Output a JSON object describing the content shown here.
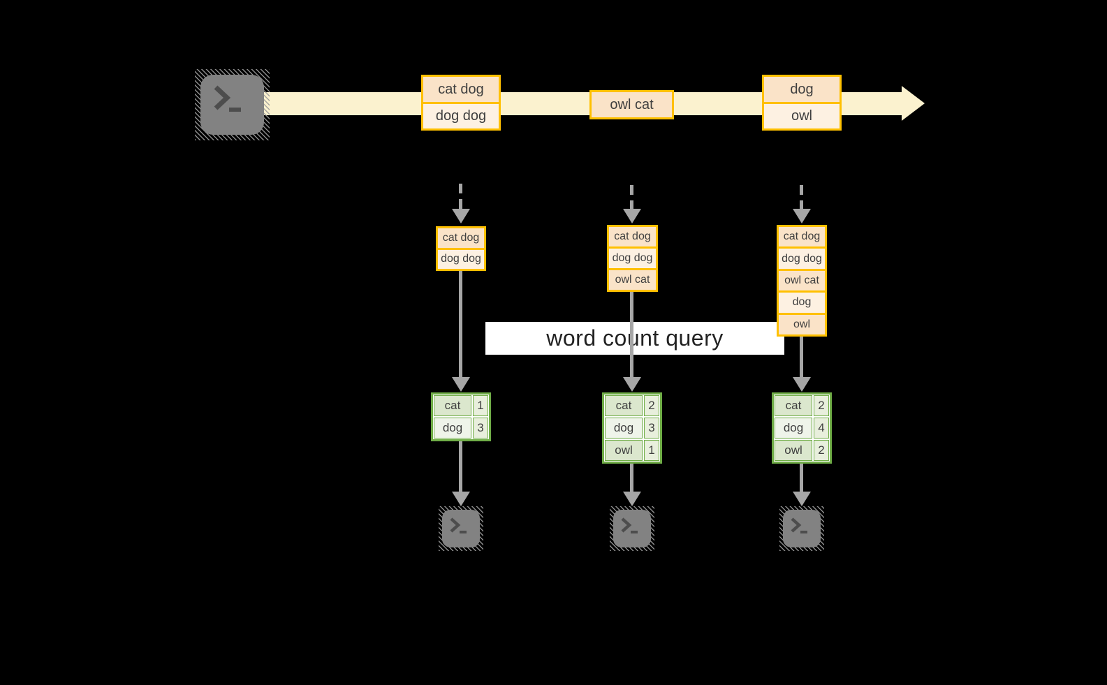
{
  "query_label": "word count query",
  "timeline": {
    "source_icon": "terminal-icon",
    "batches": [
      {
        "rows": [
          {
            "text": "cat dog"
          },
          {
            "text": "dog dog"
          }
        ]
      },
      {
        "rows": [
          {
            "text": "owl cat"
          }
        ]
      },
      {
        "rows": [
          {
            "text": "dog"
          },
          {
            "text": "owl"
          }
        ]
      }
    ]
  },
  "columns": [
    {
      "state": {
        "rows": [
          {
            "text": "cat dog"
          },
          {
            "text": "dog dog"
          }
        ]
      },
      "counts": {
        "rows": [
          {
            "word": "cat",
            "count": 1
          },
          {
            "word": "dog",
            "count": 3
          }
        ]
      },
      "sink_icon": "terminal-icon"
    },
    {
      "state": {
        "rows": [
          {
            "text": "cat dog"
          },
          {
            "text": "dog dog"
          },
          {
            "text": "owl cat"
          }
        ]
      },
      "counts": {
        "rows": [
          {
            "word": "cat",
            "count": 2
          },
          {
            "word": "dog",
            "count": 3
          },
          {
            "word": "owl",
            "count": 1
          }
        ]
      },
      "sink_icon": "terminal-icon"
    },
    {
      "state": {
        "rows": [
          {
            "text": "cat dog"
          },
          {
            "text": "dog dog"
          },
          {
            "text": "owl cat"
          },
          {
            "text": "dog"
          },
          {
            "text": "owl"
          }
        ]
      },
      "counts": {
        "rows": [
          {
            "word": "cat",
            "count": 2
          },
          {
            "word": "dog",
            "count": 4
          },
          {
            "word": "owl",
            "count": 2
          }
        ]
      },
      "sink_icon": "terminal-icon"
    }
  ],
  "colors": {
    "background": "#000000",
    "gold-border": "#FFC000",
    "peach-dark": "#FAE3C8",
    "peach-light": "#FDF1E2",
    "band": "#FBF2CF",
    "green-border": "#70AD47",
    "green-dark": "#DBE7CD",
    "green-mid": "#E8EFDC",
    "green-light": "#EFF4EA",
    "arrow-gray": "#A6A6A6",
    "terminal-gray": "#828282",
    "terminal-glyph": "#4D4D4D",
    "text-dark": "#3F3F3F",
    "query-text": "#222222",
    "query-bg": "#FFFFFF"
  }
}
